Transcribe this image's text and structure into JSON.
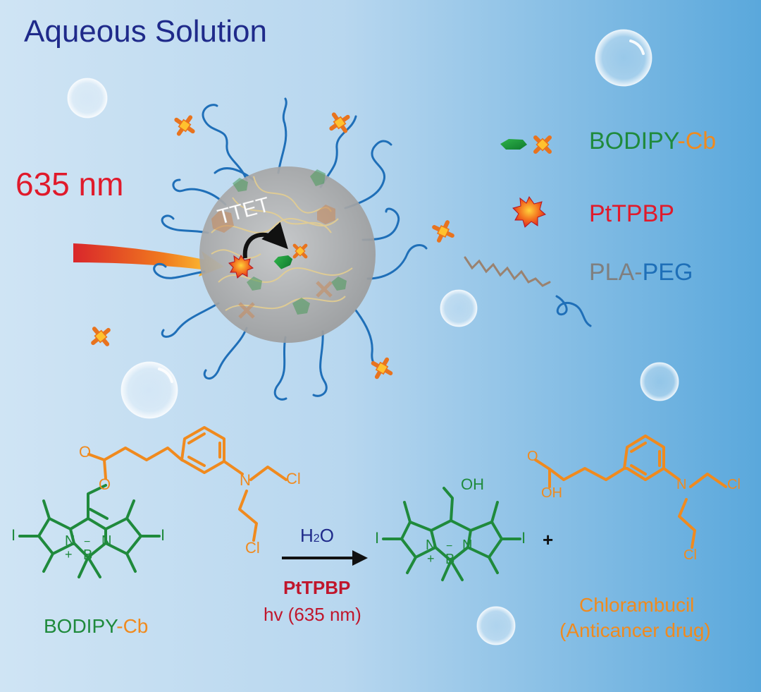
{
  "title": "Aqueous Solution",
  "light_label": "635 nm",
  "particle_label": "TTET",
  "legend": {
    "bodipy_part": "BODIPY",
    "dash": "-",
    "cb_part": "Cb",
    "ptpbp": "PtTPBP",
    "pla_part": "PLA",
    "peg_part": "PEG"
  },
  "reaction": {
    "reagent_main": "H",
    "reagent_sub": "2",
    "reagent_tail": "O",
    "catalyst": "PtTPBP",
    "condition": "hv (635 nm)",
    "plus": "+",
    "reactant_name_a": "BODIPY",
    "reactant_name_b": "-Cb",
    "product_name_1": "Chlorambucil",
    "product_name_2": "(Anticancer drug)"
  },
  "atoms": {
    "O": "O",
    "N": "N",
    "B": "B",
    "I": "I",
    "Cl": "Cl",
    "OH": "OH",
    "plus": "+",
    "minus": "−"
  },
  "colors": {
    "title": "#1f2a8a",
    "red": "#e01a2b",
    "green": "#1f8a3c",
    "orange": "#f08a1e",
    "blue": "#1e6fb8",
    "gray": "#7f7f7f",
    "catalyst": "#c0162c"
  }
}
